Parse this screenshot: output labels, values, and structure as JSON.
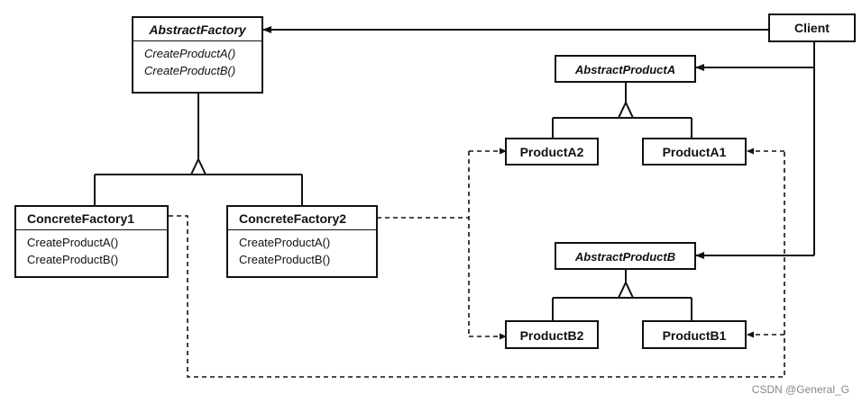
{
  "abstract_factory": {
    "name": "AbstractFactory",
    "ops": [
      "CreateProductA()",
      "CreateProductB()"
    ]
  },
  "concrete_factory_1": {
    "name": "ConcreteFactory1",
    "ops": [
      "CreateProductA()",
      "CreateProductB()"
    ]
  },
  "concrete_factory_2": {
    "name": "ConcreteFactory2",
    "ops": [
      "CreateProductA()",
      "CreateProductB()"
    ]
  },
  "client": {
    "name": "Client"
  },
  "abstract_product_a": {
    "name": "AbstractProductA"
  },
  "abstract_product_b": {
    "name": "AbstractProductB"
  },
  "product_a1": {
    "name": "ProductA1"
  },
  "product_a2": {
    "name": "ProductA2"
  },
  "product_b1": {
    "name": "ProductB1"
  },
  "product_b2": {
    "name": "ProductB2"
  },
  "watermark": "CSDN @General_G",
  "colors": {
    "line": "#111111",
    "background": "#ffffff"
  }
}
